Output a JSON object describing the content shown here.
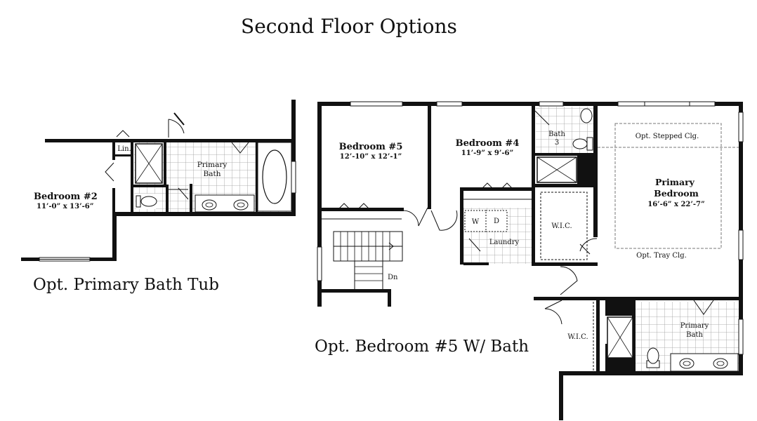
{
  "title": "Second Floor Options",
  "left_plan": {
    "caption": "Opt. Primary Bath Tub",
    "rooms": {
      "bedroom2_name": "Bedroom #2",
      "bedroom2_dim": "11’-0” x 13’-6”",
      "linen": "Lin.",
      "bath_line1": "Primary",
      "bath_line2": "Bath"
    }
  },
  "right_plan": {
    "caption": "Opt. Bedroom #5 W/ Bath",
    "rooms": {
      "bedroom5_name": "Bedroom #5",
      "bedroom5_dim": "12’-10” x 12’-1”",
      "bedroom4_name": "Bedroom #4",
      "bedroom4_dim": "11’-9” x 9’-6”",
      "bath3_line1": "Bath",
      "bath3_line2": "3",
      "primary_line1": "Primary",
      "primary_line2": "Bedroom",
      "primary_dim": "16’-6” x 22’-7”",
      "stepped_ceiling": "Opt. Stepped Clg.",
      "tray_ceiling": "Opt. Tray Clg.",
      "wic_upper": "W.I.C.",
      "wic_lower": "W.I.C.",
      "washer": "W",
      "dryer": "D",
      "laundry": "Laundry",
      "stairs_down": "Dn",
      "primary_bath_line1": "Primary",
      "primary_bath_line2": "Bath"
    }
  }
}
